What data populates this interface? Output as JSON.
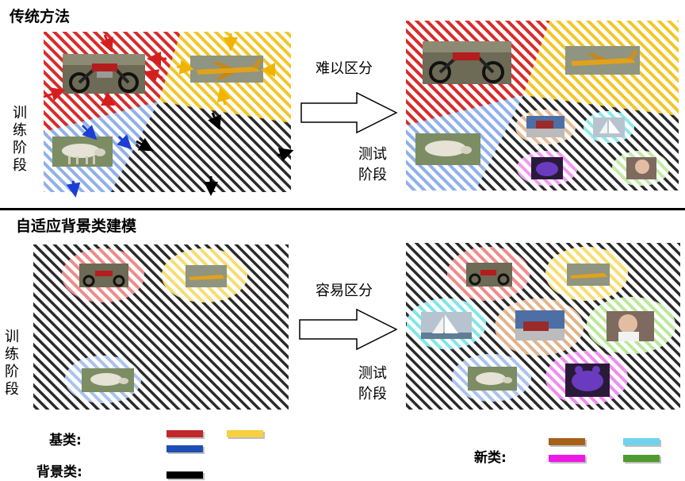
{
  "top": {
    "title": "传统方法",
    "train_label": [
      "训",
      "练",
      "阶",
      "段"
    ],
    "arrow_label": "难以区分",
    "test_label": [
      "测试",
      "阶段"
    ]
  },
  "bottom": {
    "title": "自适应背景类建模",
    "train_label": [
      "训",
      "练",
      "阶",
      "段"
    ],
    "arrow_label": "容易区分",
    "test_label": [
      "测试",
      "阶段"
    ]
  },
  "legend": {
    "base_label": "基类:",
    "background_label": "背景类:",
    "novel_label": "新类:",
    "base_colors": [
      "#c0282c",
      "#f7cf3f",
      "#1f4fb4"
    ],
    "background_colors": [
      "#000000"
    ],
    "novel_colors": [
      "#a8611a",
      "#6fd3f0",
      "#ee19e6",
      "#4f9a2f"
    ]
  },
  "colors": {
    "red": "#d92b2b",
    "yellow": "#f2c626",
    "blue": "#3a6ad6",
    "black": "#222222",
    "brown": "#c07a3a",
    "cyan": "#39d6d6",
    "magenta": "#e22ee2",
    "green": "#7fcf5a"
  }
}
